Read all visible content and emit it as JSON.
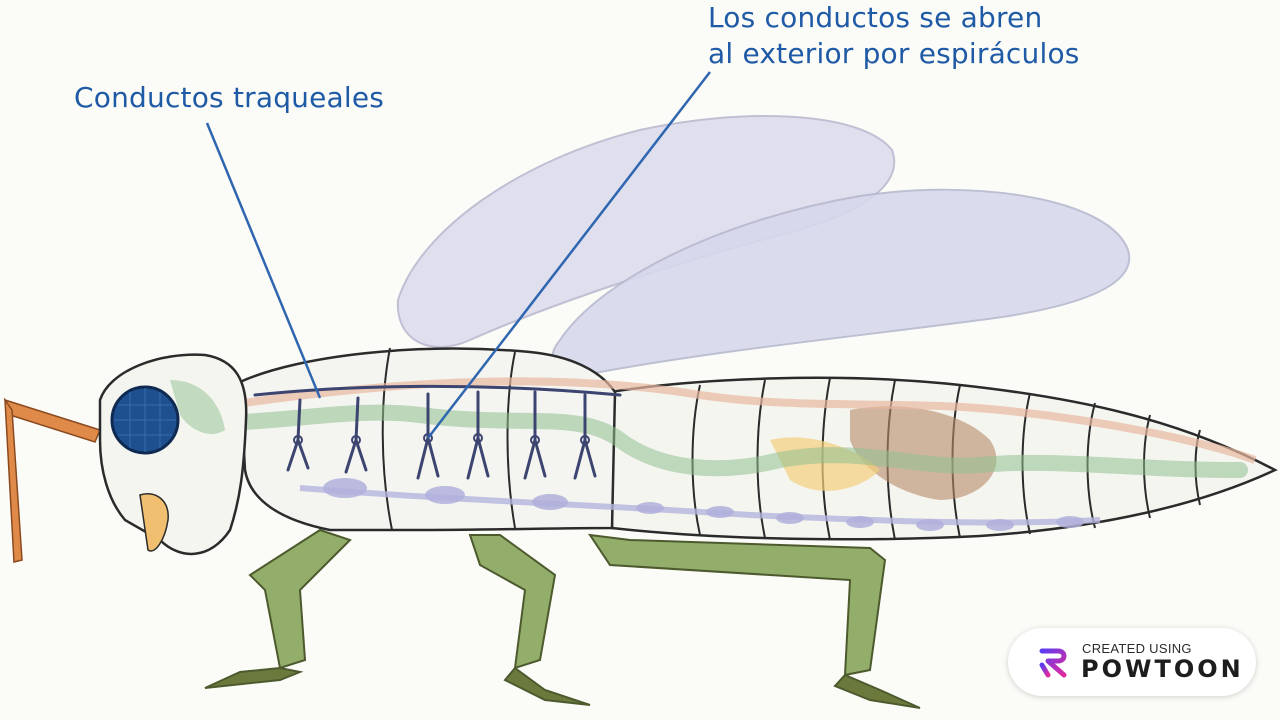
{
  "labels": {
    "tracheal_ducts": "Conductos traqueales",
    "spiracles_line1": "Los conductos se abren",
    "spiracles_line2": "al exterior por espiráculos"
  },
  "watermark": {
    "top_text": "CREATED USING",
    "brand": "POWTOON",
    "icon": "powtoon-logo-icon"
  },
  "colors": {
    "label_text": "#1f5aa6",
    "leader_line": "#2f66b0",
    "trachea": "#8fbf8f",
    "wings": "#d9dbee",
    "eye": "#1e4f8f",
    "legs": "#93ad6a",
    "antenna": "#e08a4a"
  }
}
